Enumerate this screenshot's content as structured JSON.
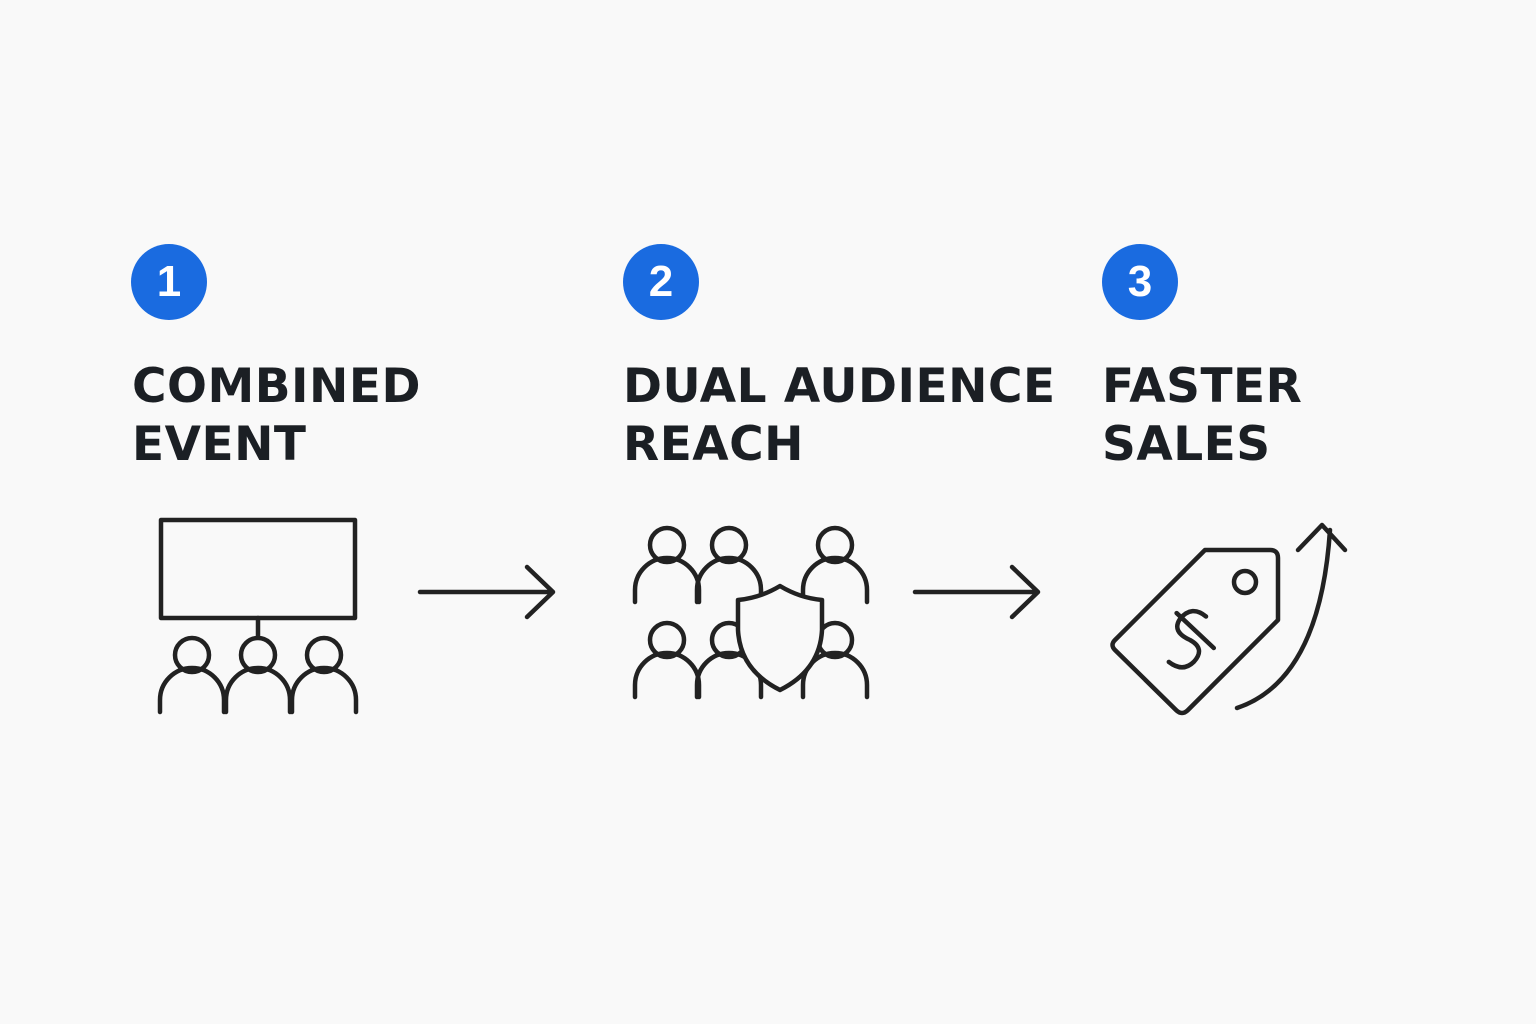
{
  "steps": [
    {
      "number": "1",
      "title_lines": [
        "COMBINED",
        "EVENT"
      ],
      "icon": "presentation-audience-icon"
    },
    {
      "number": "2",
      "title_lines": [
        "DUAL AUDIENCE",
        "REACH"
      ],
      "icon": "audience-shield-icon"
    },
    {
      "number": "3",
      "title_lines": [
        "FASTER",
        "SALES"
      ],
      "icon": "price-tag-growth-icon"
    }
  ],
  "colors": {
    "accent": "#1a6be0",
    "text": "#1b1f24",
    "stroke": "#222222",
    "background": "#f9f9f9"
  }
}
